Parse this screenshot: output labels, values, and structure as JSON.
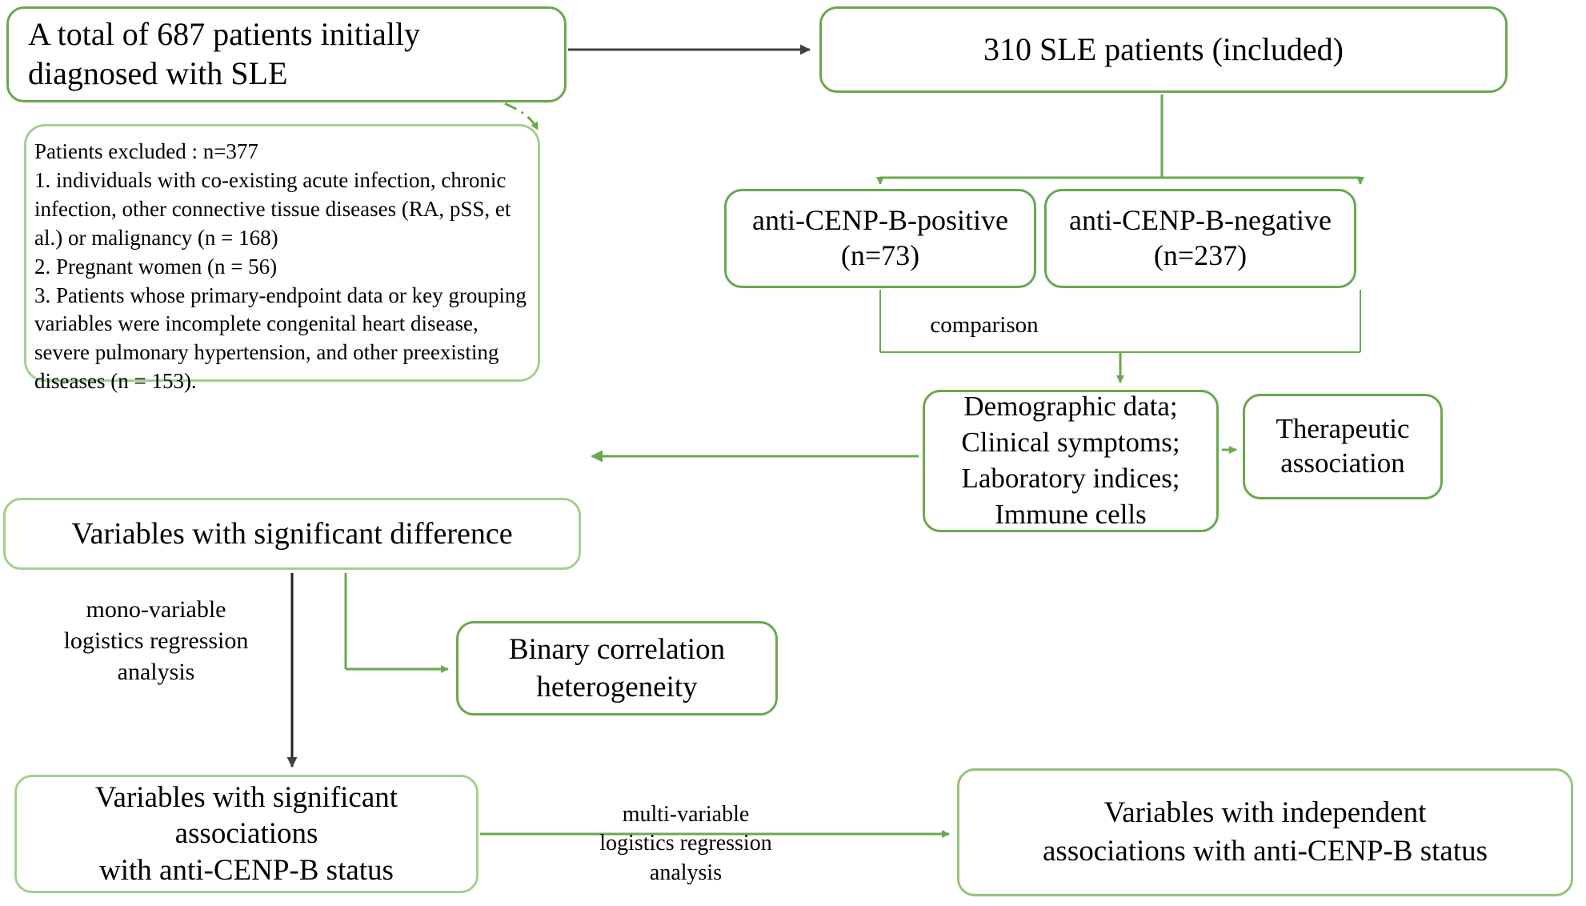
{
  "diagram": {
    "title": "SLE anti-CENP-B study flow diagram",
    "accent_green": "#6aa84f",
    "light_green": "#a5cf8f",
    "arrow_dark": "#404040",
    "nodes": {
      "total": "A total of 687 patients initially diagnosed with SLE",
      "excluded": "Patients excluded : n=377\n1. individuals with co-existing acute infection, chronic infection, other connective tissue diseases (RA, pSS, et al.) or malignancy (n = 168)\n 2. Pregnant women (n = 56)\n 3. Patients whose primary-endpoint data or key grouping variables were incomplete congenital heart disease, severe pulmonary hypertension, and other preexisting diseases (n = 153).",
      "sle_included": "310 SLE patients (included)",
      "cenp_positive": "anti-CENP-B-positive\n(n=73)",
      "cenp_negative": "anti-CENP-B-negative\n(n=237)",
      "demographic": "Demographic data;\nClinical symptoms;\nLaboratory indices;\nImmune cells",
      "therapeutic": "Therapeutic\nassociation",
      "significant_difference": "Variables with significant difference",
      "binary_correlation": "Binary correlation\nheterogeneity",
      "significant_associations": "Variables with significant associations\nwith anti-CENP-B status",
      "independent_associations": "Variables with independent\nassociations with anti-CENP-B status"
    },
    "edge_labels": {
      "comparison": "comparison",
      "mono_variable": "mono-variable\nlogistics regression\nanalysis",
      "multi_variable": "multi-variable\nlogistics regression analysis"
    },
    "counts": {
      "initial_patients": 687,
      "excluded_total": 377,
      "excluded_comorbid_malignancy": 168,
      "excluded_pregnant": 56,
      "excluded_incomplete": 153,
      "included": 310,
      "cenp_b_positive": 73,
      "cenp_b_negative": 237
    }
  }
}
